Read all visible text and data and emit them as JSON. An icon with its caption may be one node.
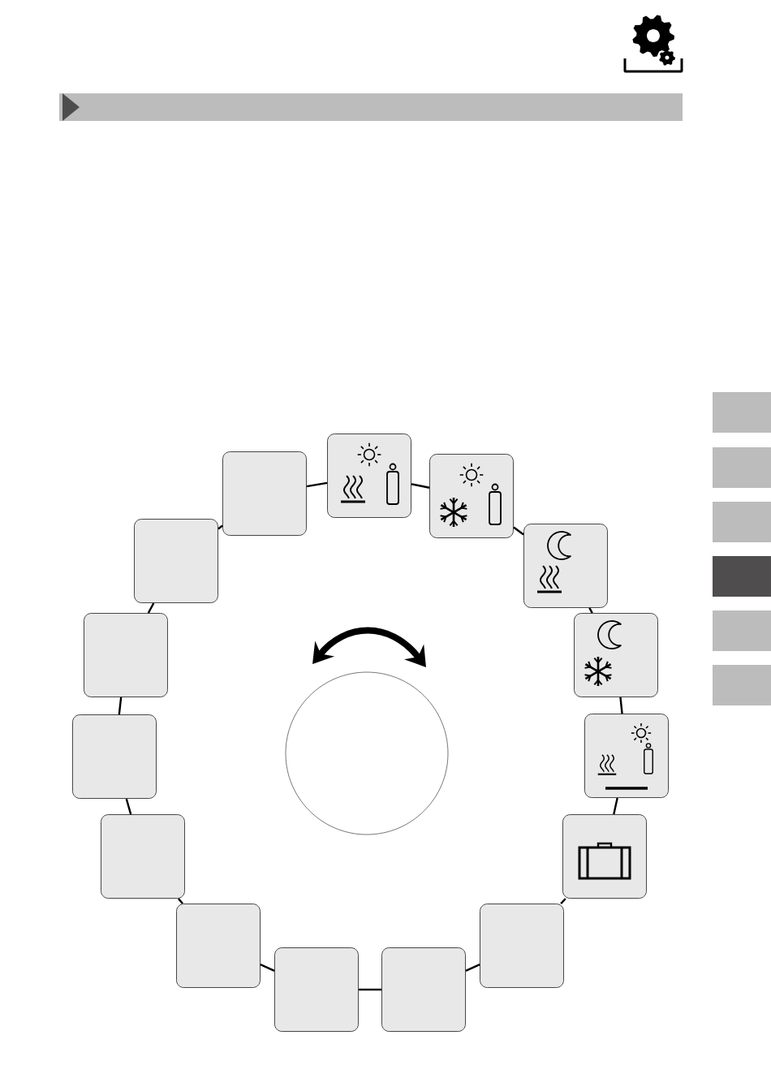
{
  "diagram": {
    "nodes": [
      {
        "text": [],
        "shape": "box"
      },
      {
        "text": [],
        "shape": "box"
      },
      {
        "text": [],
        "shape": "box"
      },
      {
        "text": [],
        "shape": "box"
      },
      {
        "text": [],
        "shape": "box"
      },
      {
        "text": [],
        "shape": "box"
      },
      {
        "text": [],
        "shape": "box"
      },
      {
        "text": [],
        "shape": "box"
      },
      {
        "text": [],
        "shape": "box"
      },
      {
        "text": [],
        "shape": "box"
      },
      {
        "text": [],
        "shape": "box"
      },
      {
        "text": [],
        "shape": "box"
      },
      {
        "text": [],
        "shape": "box"
      },
      {
        "text": [],
        "shape": "box"
      },
      {
        "text": [],
        "shape": "box"
      },
      {
        "text": [],
        "shape": "circle"
      }
    ],
    "edges": [
      {
        "from": 0,
        "to": 2,
        "arrow": "none"
      },
      {
        "from": 2,
        "to": 4,
        "arrow": "none"
      },
      {
        "from": 4,
        "to": 6,
        "arrow": "none"
      },
      {
        "from": 6,
        "to": 8,
        "arrow": "none"
      },
      {
        "from": 8,
        "to": 10,
        "arrow": "none"
      },
      {
        "from": 10,
        "to": 12,
        "arrow": "none"
      },
      {
        "from": 12,
        "to": 14,
        "arrow": "none"
      },
      {
        "from": 14,
        "to": 13,
        "arrow": "none"
      },
      {
        "from": 13,
        "to": 11,
        "arrow": "none"
      },
      {
        "from": 11,
        "to": 9,
        "arrow": "none"
      },
      {
        "from": 9,
        "to": 7,
        "arrow": "none"
      },
      {
        "from": 7,
        "to": 5,
        "arrow": "none"
      },
      {
        "from": 5,
        "to": 3,
        "arrow": "none"
      },
      {
        "from": 3,
        "to": 1,
        "arrow": "none"
      },
      {
        "from": 1,
        "to": 0,
        "arrow": "none"
      }
    ]
  }
}
